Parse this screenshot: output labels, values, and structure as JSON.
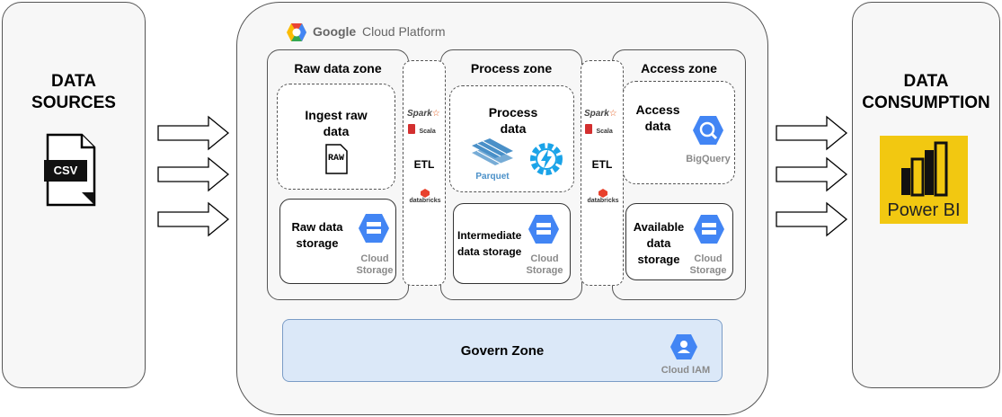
{
  "sources": {
    "title": "DATA\nSOURCES",
    "file_label": "CSV",
    "icon": "csv-file-icon"
  },
  "consumption": {
    "title": "DATA\nCONSUMPTION",
    "logo_text": "Power BI"
  },
  "gcp": {
    "platform_bold": "Google",
    "platform_rest": "Cloud Platform"
  },
  "zones": {
    "raw": {
      "title": "Raw data zone",
      "ingest": "Ingest raw data",
      "raw_icon_text": "RAW",
      "storage": "Raw data storage",
      "service": "Cloud Storage"
    },
    "process": {
      "title": "Process zone",
      "process": "Process data",
      "parquet": "Parquet",
      "storage": "Intermediate data storage",
      "service": "Cloud Storage"
    },
    "access": {
      "title": "Access zone",
      "access": "Access data",
      "bq": "BigQuery",
      "storage": "Available data storage",
      "service": "Cloud Storage"
    }
  },
  "etl": {
    "label": "ETL",
    "spark": "Spark",
    "scala": "Scala",
    "databricks": "databricks"
  },
  "govern": {
    "title": "Govern Zone",
    "service": "Cloud IAM"
  },
  "colors": {
    "gcs_blue": "#4285f4",
    "powerbi_yellow": "#f2c811",
    "govern_bg": "#dbe8f8",
    "parquet_blue": "#4a90c8"
  }
}
